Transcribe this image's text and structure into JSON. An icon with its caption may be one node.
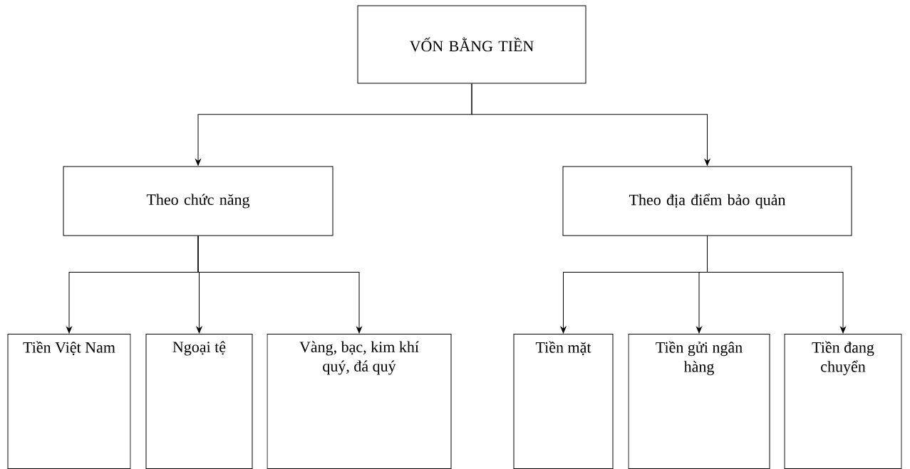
{
  "diagram": {
    "nodes": [
      {
        "text": [
          "VỐN BẰNG TIỀN"
        ]
      },
      {
        "text": [
          "Theo chức năng"
        ]
      },
      {
        "text": [
          "Theo địa điểm bảo quản"
        ]
      },
      {
        "text": [
          "Tiền Việt Nam"
        ]
      },
      {
        "text": [
          "Ngoại tệ"
        ]
      },
      {
        "text": [
          "Vàng, bạc, kim khí quý, đá quý"
        ]
      },
      {
        "text": [
          "Tiền mặt"
        ]
      },
      {
        "text": [
          "Tiền gửi ngân hàng"
        ]
      },
      {
        "text": [
          "Tiền đang chuyển"
        ]
      }
    ],
    "edges": [
      {
        "from": 0,
        "to": 1,
        "arrow": "to"
      },
      {
        "from": 0,
        "to": 2,
        "arrow": "to"
      },
      {
        "from": 1,
        "to": 3,
        "arrow": "to"
      },
      {
        "from": 1,
        "to": 4,
        "arrow": "to"
      },
      {
        "from": 1,
        "to": 5,
        "arrow": "to"
      },
      {
        "from": 2,
        "to": 6,
        "arrow": "to"
      },
      {
        "from": 2,
        "to": 7,
        "arrow": "to"
      },
      {
        "from": 2,
        "to": 8,
        "arrow": "to"
      }
    ]
  }
}
